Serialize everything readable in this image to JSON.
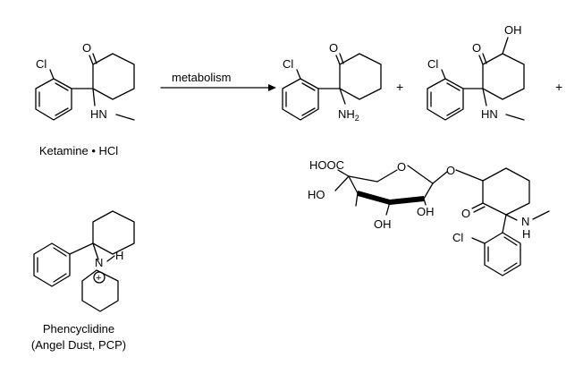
{
  "reaction": {
    "arrow_label": "metabolism",
    "plus_sign": "+"
  },
  "ketamine": {
    "name": "Ketamine • HCl",
    "atoms": {
      "oxygen": "O",
      "chlorine": "Cl",
      "amine": "HN"
    }
  },
  "norketamine": {
    "atoms": {
      "oxygen": "O",
      "chlorine": "Cl",
      "amine": "NH",
      "amine_subscript": "2"
    }
  },
  "hydroxyketamine": {
    "atoms": {
      "oxygen": "O",
      "chlorine": "Cl",
      "amine": "HN",
      "hydroxyl": "OH"
    }
  },
  "glucuronide": {
    "atoms": {
      "carboxyl": "HOOC",
      "ring_oxygen": "O",
      "linker_oxygen": "O",
      "hydroxyl_left": "HO",
      "hydroxyl_right": "OH",
      "hydroxyl_bottom": "OH",
      "oxygen": "O",
      "chlorine": "Cl",
      "nitrogen": "N",
      "nitrogen_h": "H"
    }
  },
  "phencyclidine": {
    "name": "Phencyclidine",
    "aliases": "(Angel Dust, PCP)",
    "atoms": {
      "nitrogen": "N",
      "hydrogen": "H",
      "charge": "+"
    }
  }
}
